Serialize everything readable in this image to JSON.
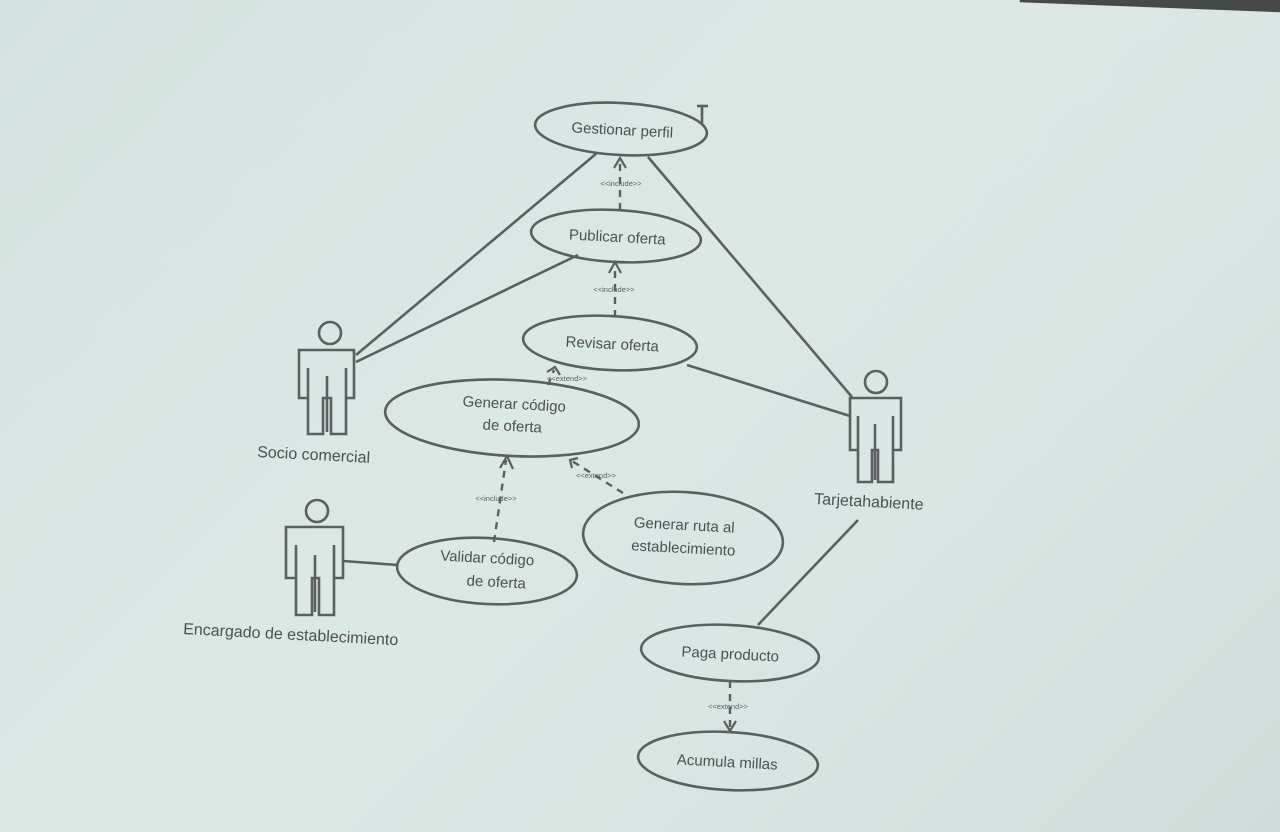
{
  "diagram": {
    "actors": {
      "socio": "Socio comercial",
      "tarjetahabiente": "Tarjetahabiente",
      "encargado": "Encargado de establecimiento"
    },
    "use_cases": {
      "gestionar_perfil": "Gestionar perfil",
      "publicar_oferta": "Publicar oferta",
      "revisar_oferta": "Revisar oferta",
      "generar_codigo_l1": "Generar código",
      "generar_codigo_l2": "de oferta",
      "generar_ruta_l1": "Generar ruta al",
      "generar_ruta_l2": "establecimiento",
      "validar_codigo_l1": "Validar código",
      "validar_codigo_l2": "de oferta",
      "paga_producto": "Paga producto",
      "acumula_millas": "Acumula millas"
    },
    "stereotypes": {
      "include": "<<include>>",
      "extend": "<<extend>>"
    },
    "colors": {
      "ink": "#5a605f",
      "background": "#d9e5e2"
    }
  }
}
